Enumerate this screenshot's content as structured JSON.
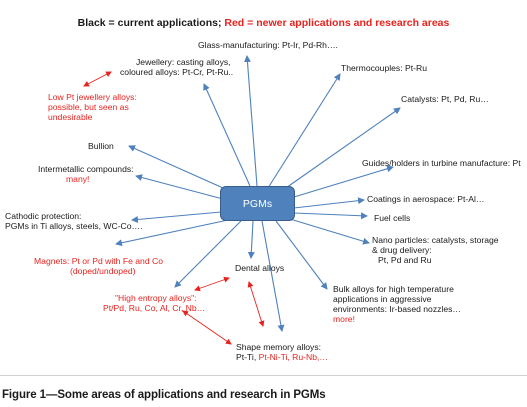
{
  "legend": {
    "black_part": "Black = current applications;",
    "red_part": " Red = newer applications and research areas"
  },
  "hub_label": "PGMs",
  "colors": {
    "current": "#1a1a1a",
    "research": "#e8231f",
    "spoke": "#4f81bd",
    "hub_fill": "#4f81bd"
  },
  "labels": {
    "glass": "Glass-manufacturing: Pt-Ir, Pd-Rh….",
    "jewellery_1": "Jewellery: casting alloys,",
    "jewellery_2": "coloured alloys: Pt-Cr, Pt-Ru..",
    "thermocouples": "Thermocouples: Pt-Ru",
    "lowpt_1": "Low Pt jewellery alloys:",
    "lowpt_2": "possible, but seen as",
    "lowpt_3": "undesirable",
    "catalysts": "Catalysts: Pt, Pd, Ru…",
    "bullion": "Bullion",
    "intermetallic": "Intermetallic compounds:",
    "intermetallic_many": "many!",
    "guides": "Guides/holders in turbine manufacture: Pt",
    "coatings": "Coatings in aerospace: Pt-Al…",
    "cathodic_1": "Cathodic protection:",
    "cathodic_2": "PGMs in Ti alloys, steels, WC-Co….",
    "fuel": "Fuel cells",
    "nano_1": "Nano particles: catalysts, storage",
    "nano_2": "& drug delivery:",
    "nano_3": "Pt, Pd and Ru",
    "magnets_1": "Magnets: Pt or Pd with Fe and Co",
    "magnets_2": "(doped/undoped)",
    "dental": "Dental alloys",
    "bulk_1": "Bulk alloys for high temperature",
    "bulk_2": "applications in aggressive",
    "bulk_3": "environments: Ir-based nozzles…",
    "bulk_more": "more!",
    "hea_1": "\"High entropy alloys\":",
    "hea_2": "Pt/Pd, Ru, Co, Al, Cr, Nb…",
    "shape_1": "Shape memory alloys:",
    "shape_2_black": "Pt-Ti, ",
    "shape_2_red": "Pt-Ni-Ti, Ru-Nb,…"
  },
  "caption": "Figure 1—Some areas of applications and research in PGMs"
}
